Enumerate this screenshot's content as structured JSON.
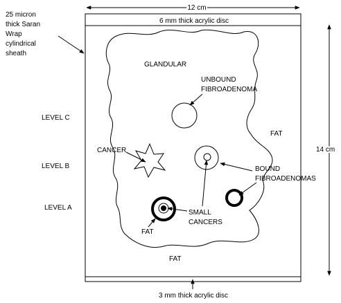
{
  "labels": {
    "sheath": [
      "25 micron",
      "thick Saran",
      "Wrap",
      "cylindrical",
      "sheath"
    ],
    "width": "12 cm",
    "top_disc": "6 mm thick acrylic disc",
    "bottom_disc": "3 mm thick acrylic disc",
    "height": "14 cm",
    "glandular": "GLANDULAR",
    "unbound": [
      "UNBOUND",
      "FIBROADENOMA"
    ],
    "fat_right": "FAT",
    "fat_bottom": "FAT",
    "fat_inner": "FAT",
    "level_c": "LEVEL C",
    "level_b": "LEVEL B",
    "level_a": "LEVEL A",
    "cancer": "CANCER",
    "bound": [
      "BOUND",
      "FIBROADENOMAS"
    ],
    "small_cancers": [
      "SMALL",
      "CANCERS"
    ]
  }
}
